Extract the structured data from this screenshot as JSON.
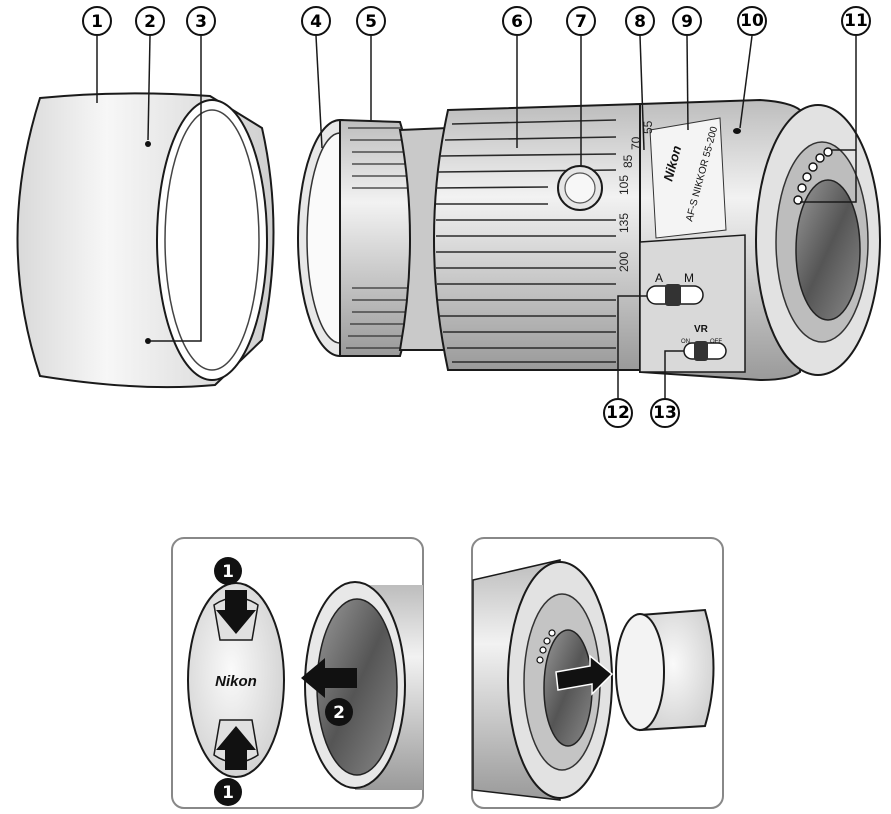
{
  "callouts": {
    "c1": "1",
    "c2": "2",
    "c3": "3",
    "c4": "4",
    "c5": "5",
    "c6": "6",
    "c7": "7",
    "c8": "8",
    "c9": "9",
    "c10": "10",
    "c11": "11",
    "c12": "12",
    "c13": "13"
  },
  "lens_markings": {
    "brand": "Nikon",
    "model": "AF-S NIKKOR 55-200",
    "focal_lengths": [
      "200",
      "135",
      "105",
      "85",
      "70",
      "55"
    ],
    "switch_focus": {
      "a": "A",
      "m": "M"
    },
    "switch_vr": {
      "label": "VR",
      "on": "ON",
      "off": "OFF"
    }
  },
  "cap_panel": {
    "cap_brand": "Nikon",
    "steps": {
      "press": "1",
      "remove": "2",
      "press_bottom": "1"
    }
  },
  "colors": {
    "line": "#1a1a1a",
    "panel_border": "#888888",
    "step_fill": "#111111"
  }
}
